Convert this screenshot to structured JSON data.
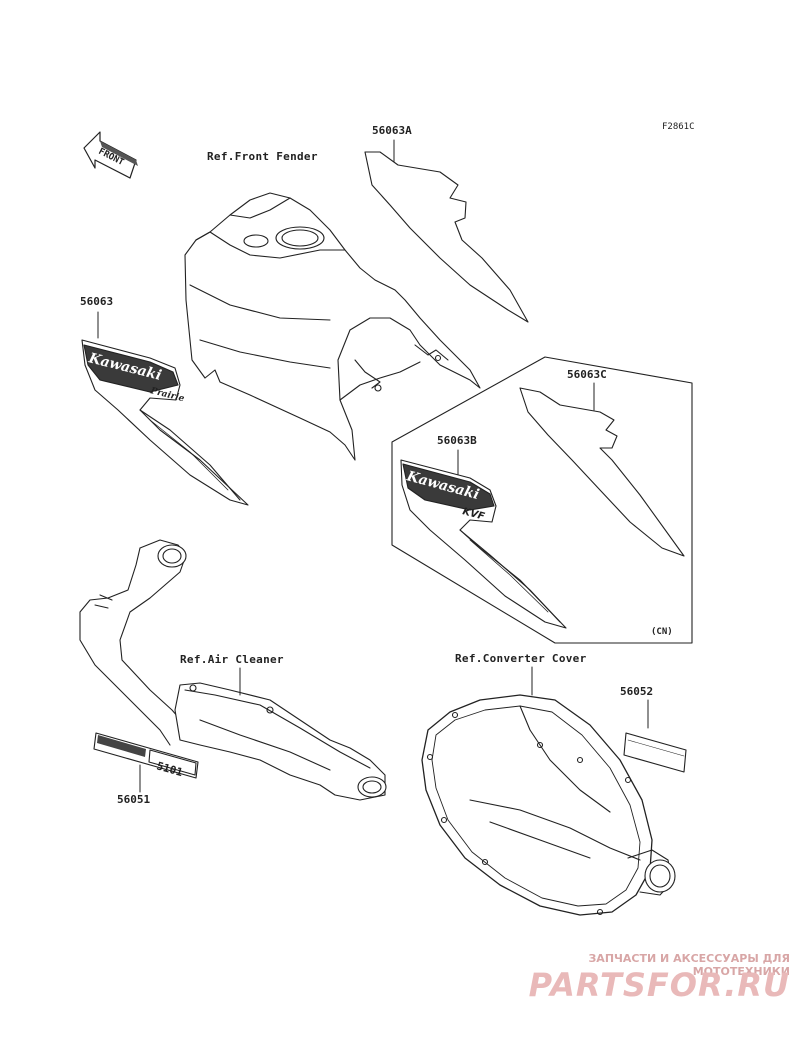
{
  "diagram_code": "F2861C",
  "front_arrow_text": "FRONT",
  "refs": {
    "front_fender": "Ref.Front Fender",
    "air_cleaner": "Ref.Air Cleaner",
    "converter_cover": "Ref.Converter Cover"
  },
  "parts": {
    "p56063A": "56063A",
    "p56063": "56063",
    "p56063C": "56063C",
    "p56063B": "56063B",
    "p56052": "56052",
    "p56051": "56051"
  },
  "market_note": "(CN)",
  "decal_text": {
    "brand": "Kawasaki",
    "model_a": "Prairie",
    "model_b": "KVF",
    "sticker_56051": "5101"
  },
  "watermark": {
    "tagline": "ЗАПЧАСТИ И АКСЕССУАРЫ ДЛЯ МОТОТЕХНИКИ",
    "brand": "PARTSFOR.RU"
  }
}
